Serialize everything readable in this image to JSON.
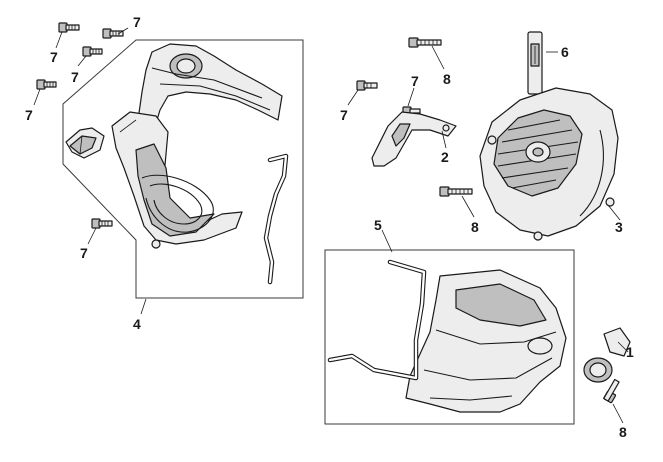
{
  "callouts": {
    "c1": "1",
    "c2": "2",
    "c3": "3",
    "c4": "4",
    "c5": "5",
    "c6": "6",
    "c7": "7",
    "c8": "8"
  },
  "colors": {
    "line": "#1a1a1a",
    "part_fill": "#ededed",
    "part_shade": "#bfbfbf",
    "frame": "#3a3a3a"
  }
}
